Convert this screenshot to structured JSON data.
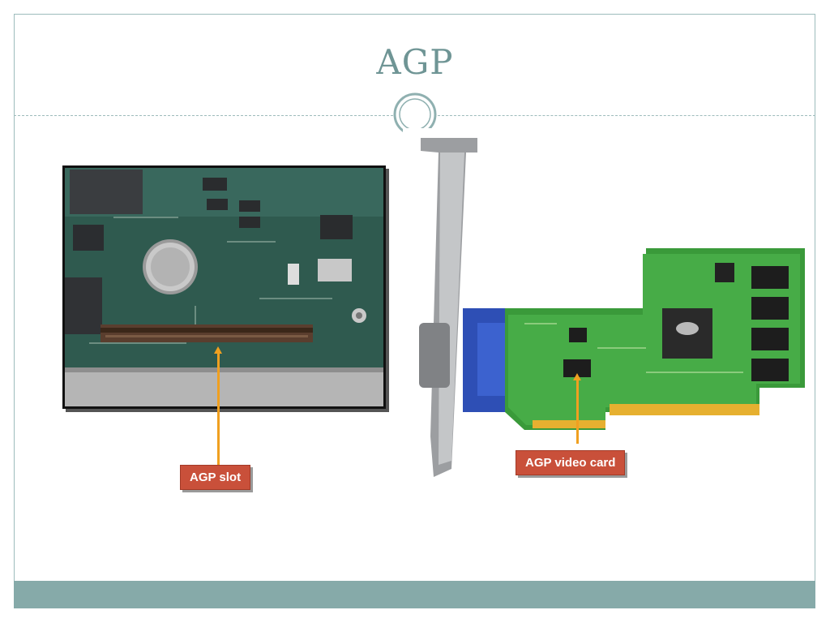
{
  "slide": {
    "title": "AGP"
  },
  "callouts": {
    "slot_label": "AGP slot",
    "card_label": "AGP video card"
  },
  "images": {
    "left": "motherboard-photo",
    "right": "video-card-photo"
  },
  "colors": {
    "title": "#6f9595",
    "border": "#9dbcbc",
    "footer": "#86aaa9",
    "label_bg": "#c9503a",
    "pointer": "#f0a020"
  }
}
